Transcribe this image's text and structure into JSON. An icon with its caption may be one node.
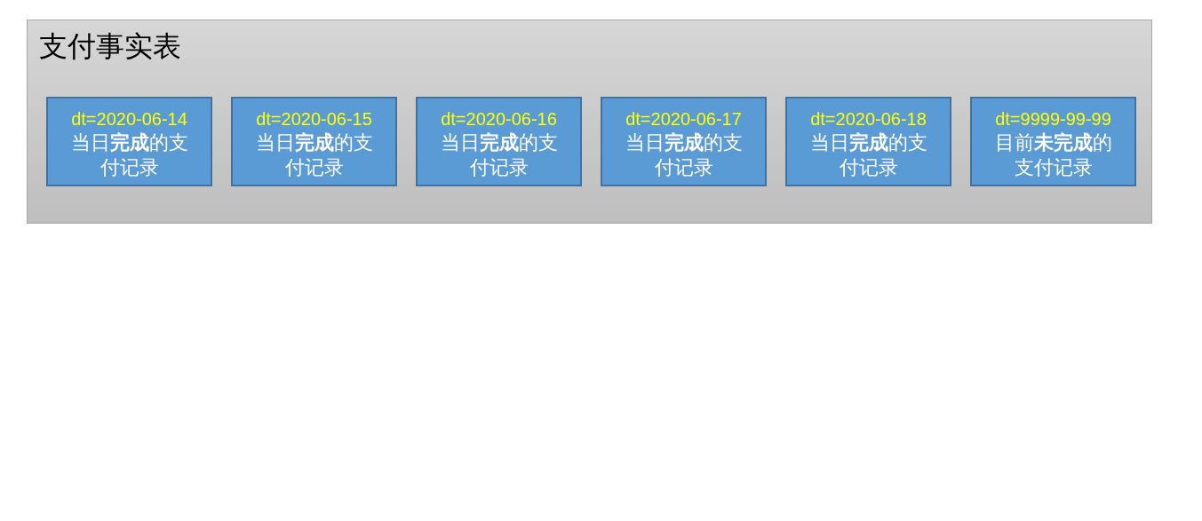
{
  "diagram": {
    "nodes": [
      {
        "text": [
          "支付事实表"
        ]
      },
      {
        "text": [
          "dt=2020-06-14",
          "当日**完成**的支付记录"
        ],
        "in": 0
      },
      {
        "text": [
          "dt=2020-06-15",
          "当日**完成**的支付记录"
        ],
        "in": 0
      },
      {
        "text": [
          "dt=2020-06-16",
          "当日**完成**的支付记录"
        ],
        "in": 0
      },
      {
        "text": [
          "dt=2020-06-17",
          "当日**完成**的支付记录"
        ],
        "in": 0
      },
      {
        "text": [
          "dt=2020-06-18",
          "当日**完成**的支付记录"
        ],
        "in": 0
      },
      {
        "text": [
          "dt=9999-99-99",
          "目前**未完成**的支付记录"
        ],
        "in": 0
      }
    ]
  }
}
